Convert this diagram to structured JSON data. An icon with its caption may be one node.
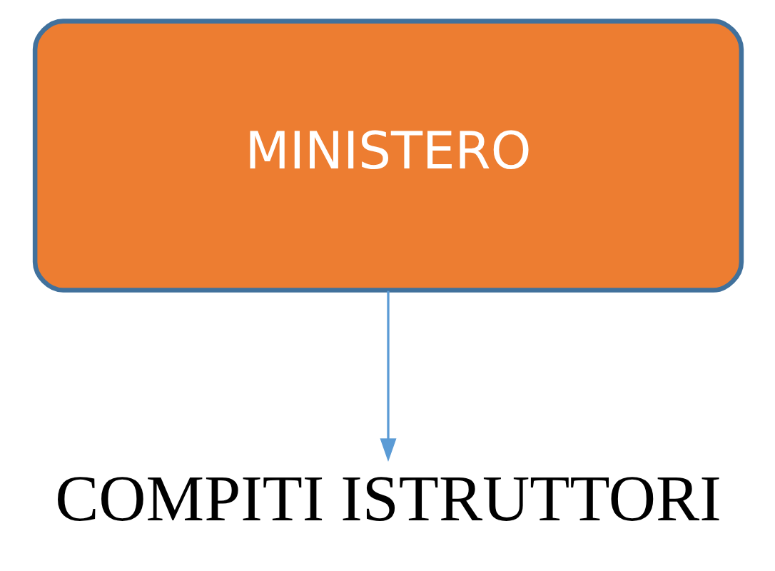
{
  "diagram": {
    "nodes": [
      {
        "text": [
          "MINISTERO"
        ]
      },
      {
        "text": [
          "COMPITI ISTRUTTORI"
        ]
      }
    ],
    "edges": [
      {
        "from": 0,
        "to": 1,
        "arrow": "to"
      }
    ]
  }
}
